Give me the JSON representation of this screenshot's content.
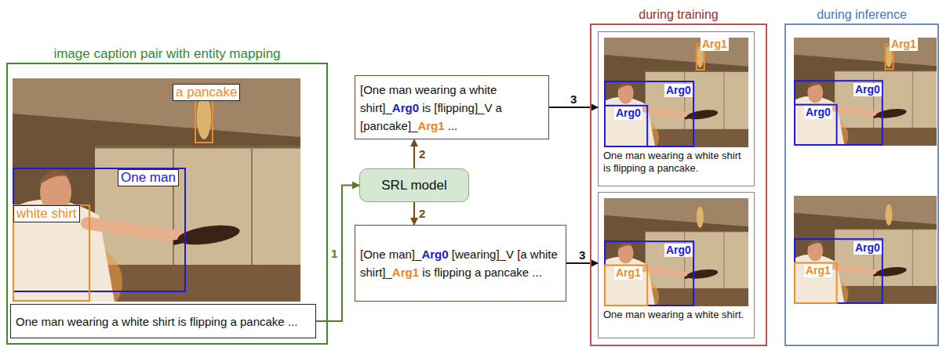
{
  "diagram": {
    "nodes": [
      {
        "text": [
          "image caption pair with entity mapping"
        ]
      },
      {
        "text": [
          "One man wearing a white shirt is flipping a pancake ..."
        ],
        "in": 0
      },
      {
        "text": [
          "SRL model"
        ]
      },
      {
        "text": [
          "[One man wearing a white shirt]_Arg0 is [flipping]_V a [pancake]_Arg1 ..."
        ]
      },
      {
        "text": [
          "[One man]_Arg0 [wearing]_V [a white shirt]_Arg1 is flipping a pancake ..."
        ]
      },
      {
        "text": [
          "during training"
        ]
      },
      {
        "text": [
          "One man wearing a white shirt is flipping a pancake."
        ],
        "in": 5
      },
      {
        "text": [
          "One man wearing a white shirt."
        ],
        "in": 5
      },
      {
        "text": [
          "during inference"
        ]
      }
    ],
    "edges": [
      {
        "from": 1,
        "to": 2,
        "label": "1",
        "arrow": "to"
      },
      {
        "from": 2,
        "to": 3,
        "label": "2",
        "arrow": "to"
      },
      {
        "from": 2,
        "to": 4,
        "label": "2",
        "arrow": "to"
      },
      {
        "from": 3,
        "to": 6,
        "label": "3",
        "arrow": "to"
      },
      {
        "from": 4,
        "to": 7,
        "label": "3",
        "arrow": "to"
      }
    ],
    "labels": [
      "a pancake",
      "One man",
      "white shirt",
      "Arg1",
      "Arg0",
      "Arg0",
      "Arg0",
      "Arg1",
      "Arg1",
      "Arg0",
      "Arg0",
      "Arg0",
      "Arg1"
    ]
  }
}
